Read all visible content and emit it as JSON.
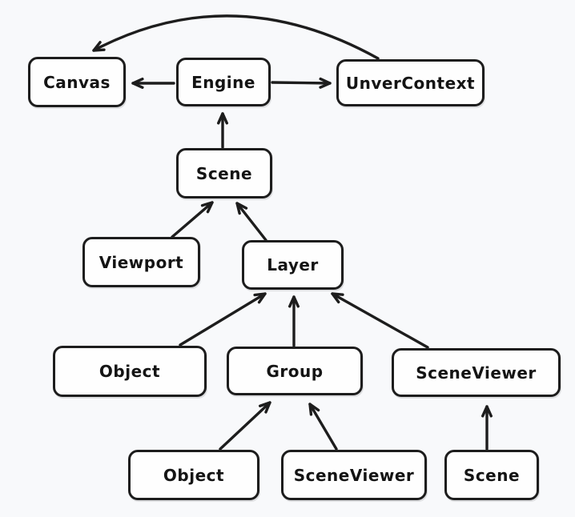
{
  "diagram": {
    "description": "Class relationship diagram of a rendering engine architecture",
    "colors": {
      "background": "#f8f9fb",
      "node_fill": "#fefefe",
      "stroke": "#1d1d1d",
      "text": "#141414"
    },
    "nodes": [
      {
        "id": "canvas",
        "label": "Canvas"
      },
      {
        "id": "engine",
        "label": "Engine"
      },
      {
        "id": "unver_context",
        "label": "UnverContext"
      },
      {
        "id": "scene",
        "label": "Scene"
      },
      {
        "id": "viewport",
        "label": "Viewport"
      },
      {
        "id": "layer",
        "label": "Layer"
      },
      {
        "id": "object_l",
        "label": "Object"
      },
      {
        "id": "group",
        "label": "Group"
      },
      {
        "id": "scene_viewer_l",
        "label": "SceneViewer"
      },
      {
        "id": "object_b",
        "label": "Object"
      },
      {
        "id": "scene_viewer_b",
        "label": "SceneViewer"
      },
      {
        "id": "scene_b",
        "label": "Scene"
      }
    ],
    "edges": [
      {
        "from": "engine",
        "to": "canvas"
      },
      {
        "from": "engine",
        "to": "unver_context"
      },
      {
        "from": "unver_context",
        "to": "canvas"
      },
      {
        "from": "scene",
        "to": "engine"
      },
      {
        "from": "viewport",
        "to": "scene"
      },
      {
        "from": "layer",
        "to": "scene"
      },
      {
        "from": "object_l",
        "to": "layer"
      },
      {
        "from": "group",
        "to": "layer"
      },
      {
        "from": "scene_viewer_l",
        "to": "layer"
      },
      {
        "from": "object_b",
        "to": "group"
      },
      {
        "from": "scene_viewer_b",
        "to": "group"
      },
      {
        "from": "scene_b",
        "to": "scene_viewer_l"
      }
    ]
  }
}
